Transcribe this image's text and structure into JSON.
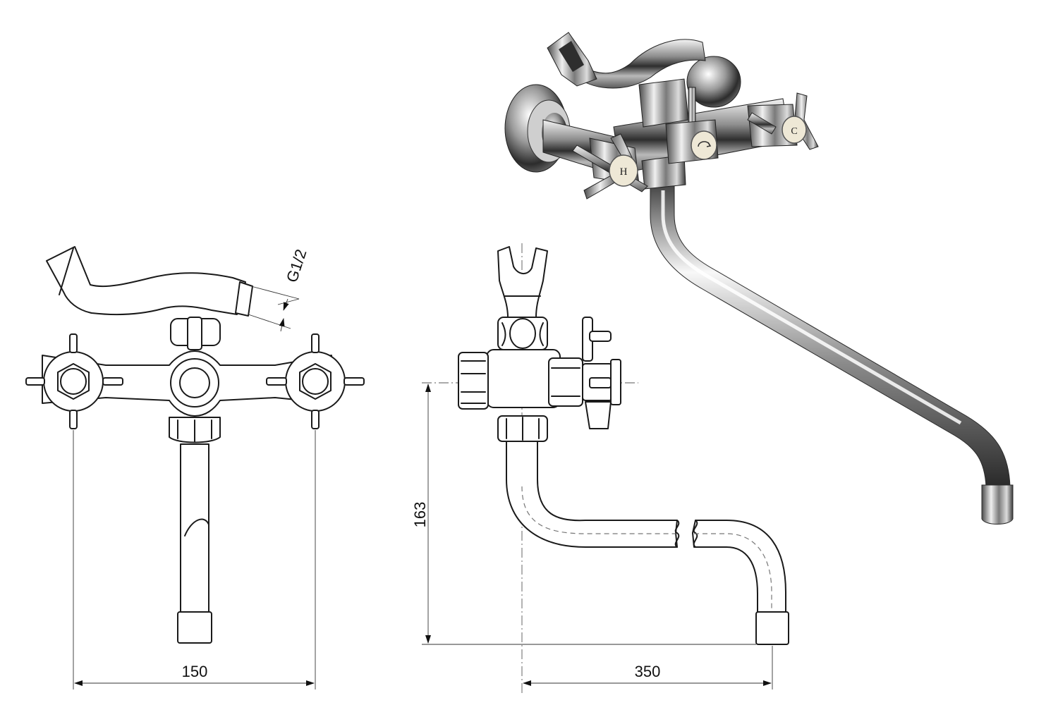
{
  "dimensions": {
    "width_between_handles": "150",
    "spout_reach": "350",
    "spout_height": "163",
    "thread": "G1/2"
  },
  "handle_labels": {
    "hot": "H",
    "cold": "C"
  },
  "colors": {
    "line": "#1a1a1a",
    "chrome_dark": "#3a3a3a",
    "chrome_mid": "#9a9a9a",
    "chrome_light": "#f2f2f2",
    "cap_cream": "#eee8d6"
  },
  "icons": {
    "diverter_cap": "arrow-swirl-icon"
  }
}
